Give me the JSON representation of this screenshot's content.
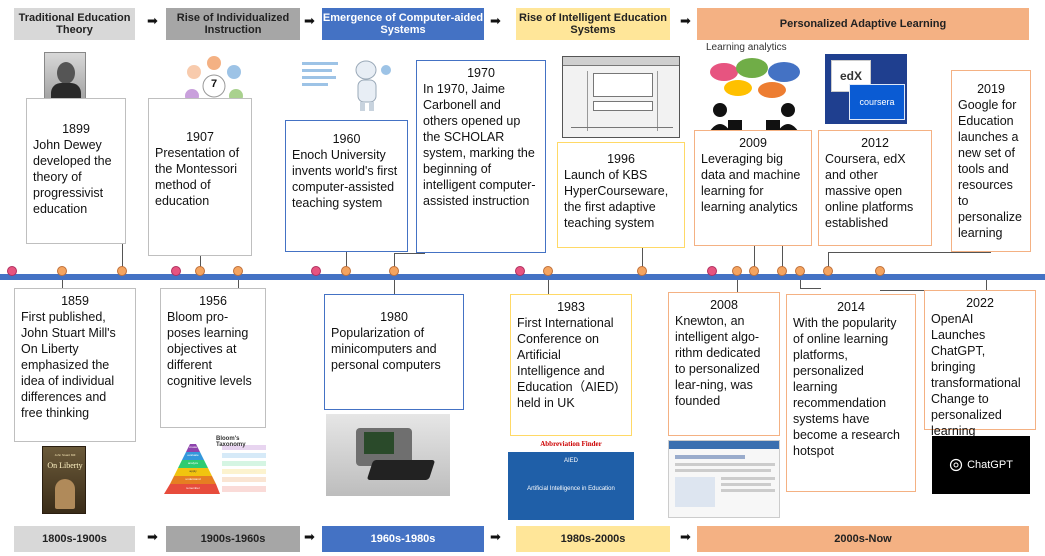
{
  "headers": [
    {
      "label": "Traditional Education Theory"
    },
    {
      "label": "Rise of Individualized Instruction"
    },
    {
      "label": "Emergence of Computer-aided Systems"
    },
    {
      "label": "Rise of Intelligent Education Systems"
    },
    {
      "label": "Personalized Adaptive Learning"
    }
  ],
  "footers": [
    {
      "label": "1800s-1900s"
    },
    {
      "label": "1900s-1960s"
    },
    {
      "label": "1960s-1980s"
    },
    {
      "label": "1980s-2000s"
    },
    {
      "label": "2000s-Now"
    }
  ],
  "colors": {
    "timeline": "#4472c4",
    "pink_dot": "#e75480",
    "orange_dot": "#f4a460"
  },
  "events": {
    "e1899": {
      "year": "1899",
      "text": "John Dewey developed the theory of progressivist education"
    },
    "e1907": {
      "year": "1907",
      "text": "Presentation of the Montessori method of education"
    },
    "e1960": {
      "year": "1960",
      "text": "Enoch University invents world's first computer-assisted teaching system"
    },
    "e1970": {
      "year": "1970",
      "text": "In 1970, Jaime Carbonell and others opened up the SCHOLAR system, marking the beginning of intelligent computer-assisted instruction"
    },
    "e1996": {
      "year": "1996",
      "text": "Launch of KBS HyperCourseware, the first adaptive teaching system"
    },
    "e2009": {
      "year": "2009",
      "text": "Leveraging big data and machine learning for learning analytics"
    },
    "e2012": {
      "year": "2012",
      "text": "Coursera, edX and other massive open online platforms established"
    },
    "e2019": {
      "year": "2019",
      "text": "Google for Education launches a new set of tools and resources to personalize learning"
    },
    "e1859": {
      "year": "1859",
      "text": "First published, John Stuart Mill's On Liberty emphasized the idea of individual differences and free thinking"
    },
    "e1956": {
      "year": "1956",
      "text": "Bloom pro-poses learning objectives at different cognitive levels"
    },
    "e1980": {
      "year": "1980",
      "text": "Popularization of minicomputers and personal computers"
    },
    "e1983": {
      "year": "1983",
      "text": "First International Conference on Artificial Intelligence and Education（AIED) held in UK"
    },
    "e2008": {
      "year": "2008",
      "text": "Knewton, an intelligent algo-rithm dedicated to personalized lear-ning, was founded"
    },
    "e2014": {
      "year": "2014",
      "text": "With the popularity of online learning platforms, personalized learning recommendation systems have become a research hotspot"
    },
    "e2022": {
      "year": "2022",
      "text": "OpenAI Launches ChatGPT, bringing transformational Change to personalized learning"
    }
  },
  "images": {
    "learning_analytics_title": "Learning analytics",
    "edx": "edX",
    "coursera": "coursera",
    "montessori_center": "7",
    "book_title": "On Liberty",
    "book_author": "John Stuart Mill",
    "bloom_title": "Bloom's Taxonomy",
    "bloom_levels": [
      "create",
      "evaluate",
      "analyze",
      "apply",
      "understand",
      "remember"
    ],
    "aied_brand": "Abbreviation Finder",
    "aied_acronym": "AIED",
    "aied_subtitle": "Artificial Intelligence in Education",
    "chatgpt": "ChatGPT"
  }
}
